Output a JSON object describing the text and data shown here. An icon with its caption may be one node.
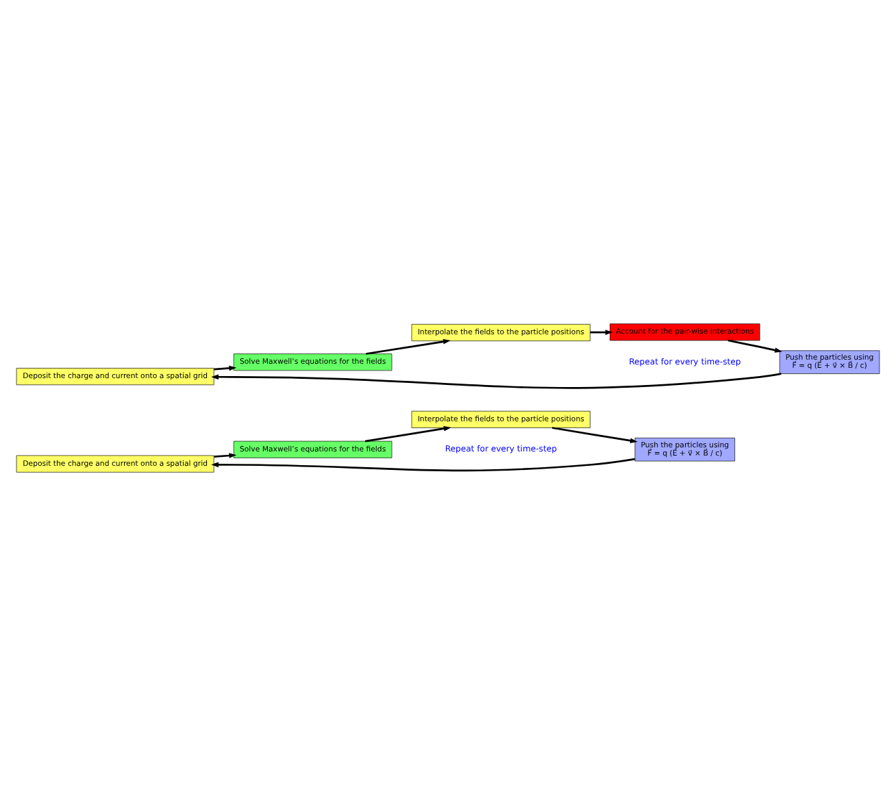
{
  "diagram": {
    "nodes": [
      {
        "text": [
          "Deposit the charge and current onto a spatial grid"
        ]
      },
      {
        "text": [
          "Solve Maxwell’s equations for the fields"
        ]
      },
      {
        "text": [
          "Push the particles using",
          "F⃗ = q (E⃗ + v⃗ × B⃗ / c)"
        ]
      },
      {
        "text": [
          "Interpolate the fields to the particle positions"
        ]
      },
      {
        "text": [
          "Deposit the charge and current onto a spatial grid"
        ]
      },
      {
        "text": [
          "Solve Maxwell’s equations for the fields"
        ]
      },
      {
        "text": [
          "Push the particles using",
          "F⃗ = q (E⃗ + v⃗ × B⃗ / c)"
        ]
      },
      {
        "text": [
          "Interpolate the fields to the particle positions"
        ]
      },
      {
        "text": [
          "Account for the pair-wise interactions"
        ]
      }
    ],
    "edges": [
      {
        "from": 0,
        "to": 1,
        "arrow": "to"
      },
      {
        "from": 1,
        "to": 3,
        "arrow": "to"
      },
      {
        "from": 3,
        "to": 2,
        "arrow": "to"
      },
      {
        "from": 2,
        "to": 0,
        "arrow": "to"
      },
      {
        "from": 4,
        "to": 5,
        "arrow": "to"
      },
      {
        "from": 5,
        "to": 7,
        "arrow": "to"
      },
      {
        "from": 7,
        "to": 8,
        "arrow": "to"
      },
      {
        "from": 8,
        "to": 6,
        "arrow": "to"
      },
      {
        "from": 6,
        "to": 4,
        "arrow": "to"
      }
    ],
    "labels": [
      "Repeat for every time-step",
      "Repeat for every time-step"
    ]
  }
}
